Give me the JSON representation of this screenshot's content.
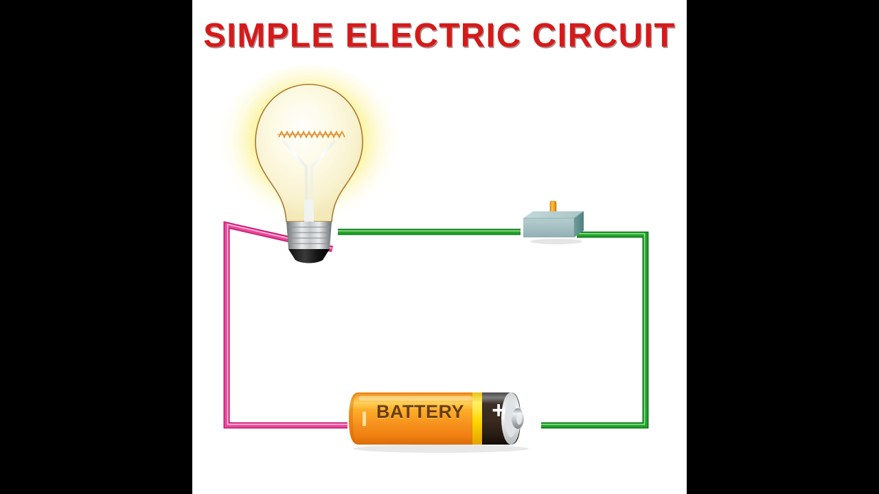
{
  "scene": {
    "title": "SIMPLE ELECTRIC CIRCUIT",
    "title_color": "#d51a1a",
    "background_color": "#ffffff",
    "letterbox_color": "#000000"
  },
  "components": {
    "lamp": {
      "name": "light-bulb",
      "state": "on",
      "glow_color": "#f5e13c",
      "glass_color": "#fbf6d8",
      "base_color": "#b9bcbd",
      "filament_color": "#e8952a"
    },
    "battery": {
      "name": "battery",
      "label": "BATTERY",
      "positive_marker": "+",
      "negative_marker": "–",
      "body_color": "#f7941e",
      "highlight_color": "#ffd24a",
      "cap_color": "#3d2a1c",
      "terminal_color": "#c9cbcc",
      "label_color": "#6b3d0b"
    },
    "switch": {
      "name": "toggle-switch",
      "state": "closed",
      "body_color": "#a9c3c6",
      "top_color": "#bcd3d5",
      "side_color": "#5e8f8e",
      "lever_color": "#f3a41a"
    }
  },
  "wires": [
    {
      "name": "negative-wire",
      "color": "#d6227d",
      "highlight": "#f48fc0",
      "from": "battery-negative-terminal",
      "to": "bulb-tip-contact"
    },
    {
      "name": "positive-wire",
      "color": "#0f8a1e",
      "highlight": "#7ddc80",
      "from": "battery-positive-terminal",
      "to": "bulb-screw-contact",
      "passes_through": "toggle-switch"
    }
  ]
}
